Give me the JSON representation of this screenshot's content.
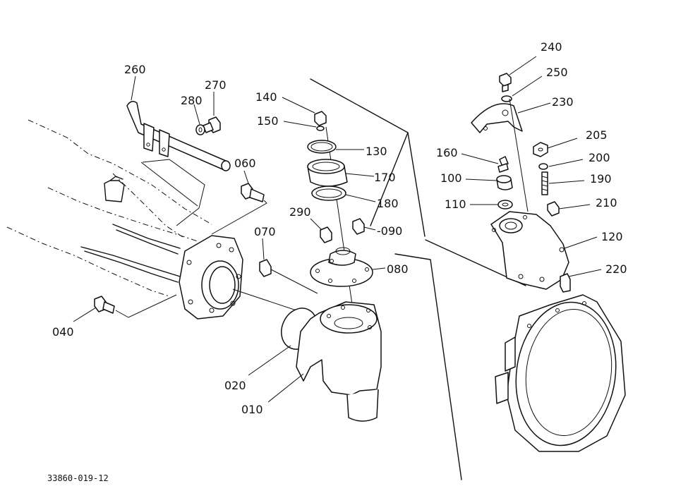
{
  "drawing_code": "33860-019-12",
  "callouts": [
    {
      "id": "p260",
      "label": "260"
    },
    {
      "id": "p270",
      "label": "270"
    },
    {
      "id": "p280",
      "label": "280"
    },
    {
      "id": "p060",
      "label": "060"
    },
    {
      "id": "p040",
      "label": "040"
    },
    {
      "id": "p070",
      "label": "070"
    },
    {
      "id": "p140",
      "label": "140"
    },
    {
      "id": "p150",
      "label": "150"
    },
    {
      "id": "p130",
      "label": "130"
    },
    {
      "id": "p170",
      "label": "170"
    },
    {
      "id": "p180",
      "label": "180"
    },
    {
      "id": "p290",
      "label": "290"
    },
    {
      "id": "p090",
      "label": "-090"
    },
    {
      "id": "p080",
      "label": "080"
    },
    {
      "id": "p020",
      "label": "020"
    },
    {
      "id": "p010",
      "label": "010"
    },
    {
      "id": "p240",
      "label": "240"
    },
    {
      "id": "p250",
      "label": "250"
    },
    {
      "id": "p230",
      "label": "230"
    },
    {
      "id": "p205",
      "label": "205"
    },
    {
      "id": "p200",
      "label": "200"
    },
    {
      "id": "p190",
      "label": "190"
    },
    {
      "id": "p160",
      "label": "160"
    },
    {
      "id": "p100",
      "label": "100"
    },
    {
      "id": "p110",
      "label": "110"
    },
    {
      "id": "p210",
      "label": "210"
    },
    {
      "id": "p120",
      "label": "120"
    },
    {
      "id": "p220",
      "label": "220"
    }
  ]
}
